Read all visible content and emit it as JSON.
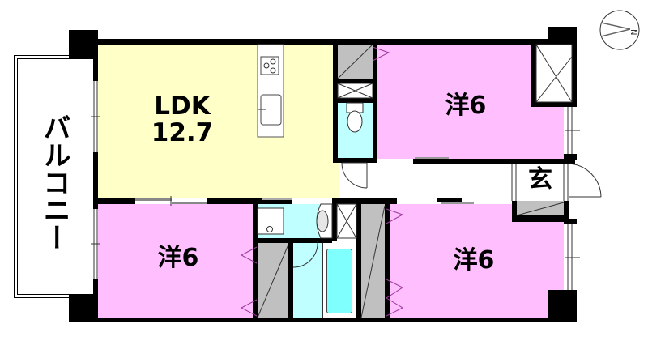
{
  "floorplan": {
    "colors": {
      "ldk": "#FFFFC8",
      "western_room": "#FFBFFF",
      "water_area": "#BFFFFF",
      "bathtub": "#80FFFF",
      "closet": "#C0C0C0",
      "wall": "#000000",
      "balcony": "#FFFFFF"
    },
    "rooms": {
      "balcony": {
        "label": "バルコニー"
      },
      "ldk": {
        "label": "LDK",
        "size": "12.7"
      },
      "western_top_right": {
        "label": "洋6"
      },
      "western_bottom_left": {
        "label": "洋6"
      },
      "western_bottom_right": {
        "label": "洋6"
      },
      "entrance": {
        "label": "玄"
      }
    },
    "compass": {
      "label": "N"
    }
  }
}
